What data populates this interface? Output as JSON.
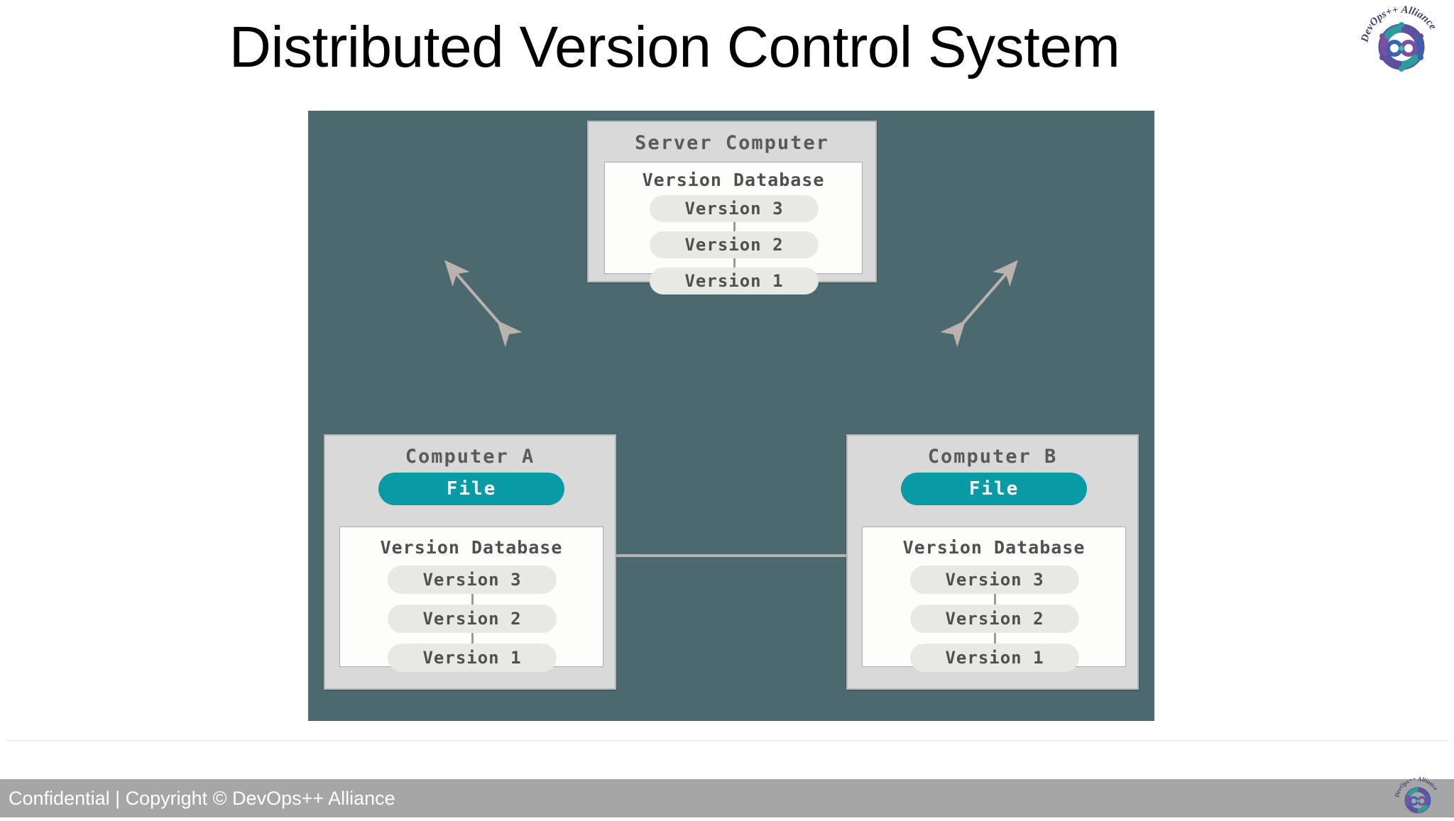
{
  "slide": {
    "title": "Distributed Version Control System",
    "background_color": "#ffffff",
    "diagram_background_color": "#4d6970"
  },
  "logo": {
    "name": "DevOps++ Alliance",
    "arc_text": "DevOps++ Alliance",
    "colors": {
      "teal": "#1a9d9d",
      "purple": "#6b4fa8",
      "blue": "#3f5fb0",
      "violet": "#7b4f9e"
    }
  },
  "diagram": {
    "server": {
      "title": "Server Computer",
      "version_database": {
        "title": "Version Database",
        "versions": [
          "Version 3",
          "Version 2",
          "Version 1"
        ]
      }
    },
    "computers": [
      {
        "title": "Computer A",
        "file_label": "File",
        "version_database": {
          "title": "Version Database",
          "versions": [
            "Version 3",
            "Version 2",
            "Version 1"
          ]
        }
      },
      {
        "title": "Computer B",
        "file_label": "File",
        "version_database": {
          "title": "Version Database",
          "versions": [
            "Version 3",
            "Version 2",
            "Version 1"
          ]
        }
      }
    ],
    "connections": [
      {
        "name": "server-to-computer-a",
        "style": "double-headed-arrow"
      },
      {
        "name": "server-to-computer-b",
        "style": "double-headed-arrow"
      },
      {
        "name": "computer-a-to-computer-b",
        "style": "double-headed-arrow"
      },
      {
        "name": "vdb-to-file-a",
        "style": "single-headed-arrow-up"
      },
      {
        "name": "vdb-to-file-b",
        "style": "single-headed-arrow-up"
      }
    ],
    "colors": {
      "file_pill": "#089aa5",
      "version_pill": "#e9e9e4",
      "box_fill": "#d9d9d9",
      "panel_fill": "#fdfdfb",
      "arrow": "#b9b2ad"
    }
  },
  "footer": {
    "confidential_label": "Confidential",
    "separator": "|",
    "copyright": "Copyright © DevOps++ Alliance",
    "full_text": "Confidential  |  Copyright © DevOps++ Alliance",
    "background_color": "#a6a6a6"
  }
}
